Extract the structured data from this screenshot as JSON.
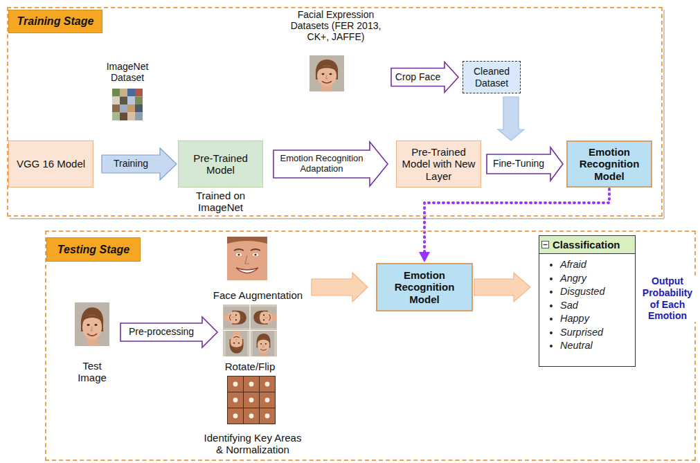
{
  "diagram": {
    "nodes": [
      {
        "text": [
          "Training Stage"
        ]
      },
      {
        "text": [
          "Facial Expression Datasets (FER 2013, CK+, JAFFE)"
        ],
        "in": 0
      },
      {
        "text": [
          "Cleaned Dataset"
        ],
        "in": 0
      },
      {
        "text": [
          "ImageNet Dataset"
        ],
        "in": 0
      },
      {
        "text": [
          "VGG 16 Model"
        ],
        "in": 0
      },
      {
        "text": [
          "Pre-Trained Model",
          "Trained on ImageNet"
        ],
        "in": 0
      },
      {
        "text": [
          "Pre-Trained Model with New Layer"
        ],
        "in": 0
      },
      {
        "text": [
          "Emotion Recognition Model"
        ],
        "in": 0
      },
      {
        "text": [
          "Testing Stage"
        ]
      },
      {
        "text": [
          "Face Augmentation"
        ],
        "in": 8
      },
      {
        "text": [
          "Test Image"
        ],
        "in": 8
      },
      {
        "text": [
          "Rotate/Flip"
        ],
        "in": 8
      },
      {
        "text": [
          "Identifying Key Areas & Normalization"
        ],
        "in": 8
      },
      {
        "text": [
          "Emotion Recognition Model"
        ],
        "in": 8
      },
      {
        "text": [
          "Classification",
          "Afraid",
          "Angry",
          "Disgusted",
          "Sad",
          "Happy",
          "Surprised",
          "Neutral"
        ],
        "in": 8
      }
    ],
    "edges": [
      {
        "from": 4,
        "to": 5,
        "label": "Training",
        "arrow": "to"
      },
      {
        "from": 5,
        "to": 6,
        "label": "Emotion Recognition Adaptation",
        "arrow": "to"
      },
      {
        "from": 6,
        "to": 7,
        "label": "Fine-Tuning",
        "arrow": "to"
      },
      {
        "from": 1,
        "to": 2,
        "label": "Crop Face",
        "arrow": "to"
      },
      {
        "from": 2,
        "to": 7,
        "arrow": "to"
      },
      {
        "from": 7,
        "to": 13,
        "arrow": "to"
      },
      {
        "from": 10,
        "to": 11,
        "label": "Pre-processing",
        "arrow": "to"
      },
      {
        "from": 9,
        "to": 13,
        "arrow": "to"
      },
      {
        "from": 13,
        "to": 14,
        "arrow": "to"
      }
    ],
    "labels": [
      "Output Probability of Each Emotion"
    ]
  }
}
